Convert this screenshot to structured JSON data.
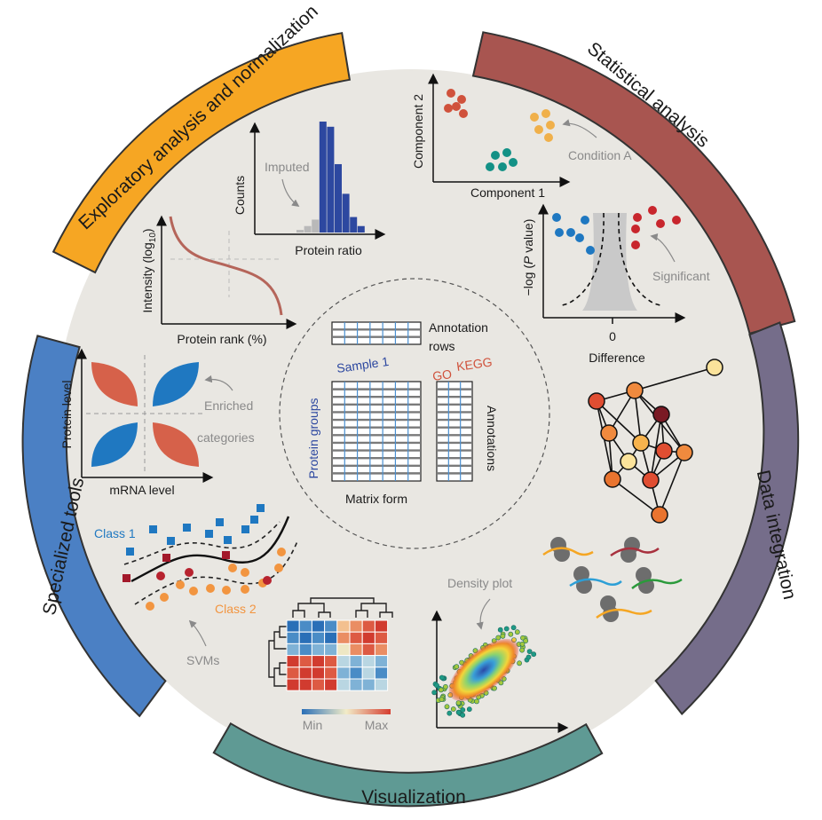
{
  "segments": {
    "exploratory": "Exploratory analysis  and normalization",
    "statistical": "Statistical analysis",
    "integration": "Data integration",
    "visualization": "Visualization",
    "specialized": "Specialized tools"
  },
  "colors": {
    "exploratory": "#f6a623",
    "statistical": "#a85550",
    "integration": "#756d8a",
    "visualization": "#5f9a94",
    "specialized": "#4b80c4",
    "background": "#e9e7e2",
    "red": "#d0523c",
    "blue": "#1f78c1",
    "teal": "#139186",
    "gold": "#f0b04a",
    "orange": "#f29540",
    "navy": "#2d48a0"
  },
  "histogram": {
    "ylabel": "Counts",
    "xlabel": "Protein ratio",
    "note": "Imputed",
    "bars": [
      2,
      5,
      10,
      86,
      82,
      53,
      30,
      12,
      5
    ],
    "imputed_bars": [
      2,
      5,
      10
    ]
  },
  "rank_plot": {
    "ylabel_main": "Intensity (log",
    "ylabel_sub": "10",
    "ylabel_end": ")",
    "xlabel": "Protein rank (%)"
  },
  "pca": {
    "ylabel": "Component 2",
    "xlabel": "Component 1",
    "note": "Condition A"
  },
  "volcano": {
    "ylabel_pre": "−log (",
    "ylabel_p": "P",
    "ylabel_post": " value)",
    "tick": "0",
    "xlabel": "Difference",
    "note": "Significant"
  },
  "enrichment": {
    "ylabel": "Protein level",
    "xlabel": "mRNA level",
    "note_line1": "Enriched",
    "note_line2": "categories"
  },
  "matrix": {
    "annotation_rows_1": "Annotation",
    "annotation_rows_2": "rows",
    "sample": "Sample 1",
    "go": "GO",
    "kegg": "KEGG",
    "protein_groups": "Protein groups",
    "annotations": "Annotations",
    "form": "Matrix form"
  },
  "svm": {
    "class1": "Class 1",
    "class2": "Class 2",
    "note": "SVMs"
  },
  "heatmap": {
    "min": "Min",
    "max": "Max",
    "grid": [
      [
        0,
        1,
        0,
        1,
        5,
        6,
        7,
        8
      ],
      [
        1,
        0,
        1,
        0,
        6,
        7,
        8,
        7
      ],
      [
        2,
        1,
        2,
        2,
        4,
        6,
        7,
        6
      ],
      [
        8,
        7,
        8,
        7,
        3,
        2,
        3,
        2
      ],
      [
        7,
        8,
        8,
        7,
        2,
        1,
        3,
        1
      ],
      [
        8,
        8,
        7,
        8,
        3,
        2,
        2,
        3
      ]
    ]
  },
  "density": {
    "note": "Density plot"
  }
}
